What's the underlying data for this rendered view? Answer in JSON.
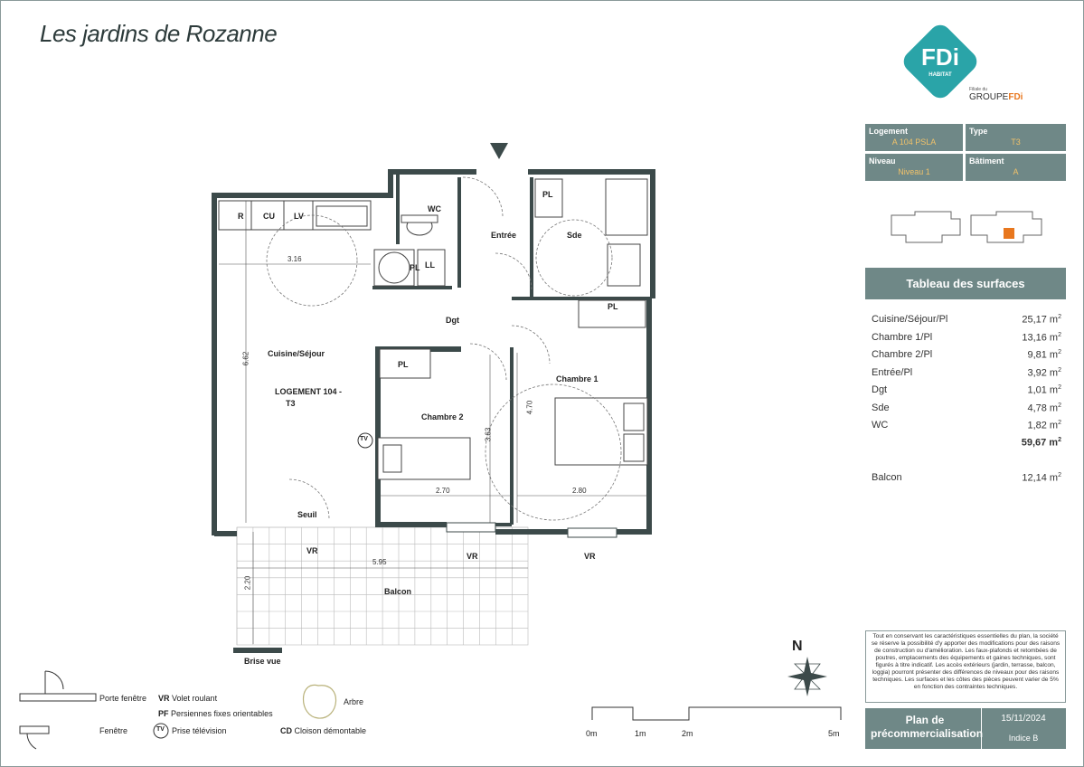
{
  "title": "Les jardins de Rozanne",
  "brand": {
    "logo_text": "FDi",
    "logo_sub": "HABITAT",
    "group_prefix": "Filiale du",
    "group_name_a": "GROUPE",
    "group_name_b": "FDi"
  },
  "info": {
    "logement_label": "Logement",
    "logement_value": "A 104 PSLA",
    "type_label": "Type",
    "type_value": "T3",
    "niveau_label": "Niveau",
    "niveau_value": "Niveau 1",
    "batiment_label": "Bâtiment",
    "batiment_value": "A"
  },
  "surfaces": {
    "heading": "Tableau des surfaces",
    "rows": [
      {
        "name": "Cuisine/Séjour/Pl",
        "value": "25,17 m"
      },
      {
        "name": "Chambre 1/Pl",
        "value": "13,16 m"
      },
      {
        "name": "Chambre 2/Pl",
        "value": "9,81 m"
      },
      {
        "name": "Entrée/Pl",
        "value": "3,92 m"
      },
      {
        "name": "Dgt",
        "value": "1,01 m"
      },
      {
        "name": "Sde",
        "value": "4,78 m"
      },
      {
        "name": "WC",
        "value": "1,82 m"
      }
    ],
    "total": "59,67 m",
    "balcon_name": "Balcon",
    "balcon_value": "12,14 m",
    "unit_sup": "2"
  },
  "note": "Tout en conservant les caractéristiques essentielles du plan, la société se réserve la possibilité d'y apporter des modifications pour des raisons de construction ou d'amélioration. Les faux-plafonds et retombées de poutres, emplacements des équipements et gaines techniques, sont figurés à titre indicatif. Les accès extérieurs (jardin, terrasse, balcon, loggia) pourront présenter des différences de niveaux pour des raisons techniques. Les surfaces et les côtes des pièces peuvent varier de 5% en fonction des contraintes techniques.",
  "footer": {
    "plan_label": "Plan de précommercialisation",
    "date": "15/11/2024",
    "indice": "Indice B"
  },
  "plan": {
    "rooms": {
      "cuisine": "Cuisine/Séjour",
      "logement": "LOGEMENT 104 -",
      "logement2": "T3",
      "chambre1": "Chambre 1",
      "chambre2": "Chambre 2",
      "entree": "Entrée",
      "dgt": "Dgt",
      "sde": "Sde",
      "wc": "WC",
      "seuil": "Seuil",
      "balcon": "Balcon",
      "r": "R",
      "cu": "CU",
      "lv": "LV",
      "pl": "PL",
      "ll": "LL",
      "tv": "TV",
      "vr": "VR",
      "brise_vue": "Brise vue"
    },
    "dims": {
      "d316": "3.16",
      "d662": "6.62",
      "d270": "2.70",
      "d363": "3.63",
      "d470": "4.70",
      "d280": "2.80",
      "d595": "5.95",
      "d220": "2.20"
    }
  },
  "legend": {
    "porte_fenetre": "Porte fenêtre",
    "fenetre": "Fenêtre",
    "vr_code": "VR",
    "vr_text": "Volet roulant",
    "pf_code": "PF",
    "pf_text": "Persiennes fixes orientables",
    "tv_code": "TV",
    "tv_text": "Prise télévision",
    "arbre": "Arbre",
    "cd_code": "CD",
    "cd_text": "Cloison démontable"
  },
  "compass": {
    "north": "N"
  },
  "scale": {
    "labels": [
      "0m",
      "1m",
      "2m",
      "5m"
    ]
  },
  "colors": {
    "accent": "#6f8887",
    "value": "#f0c26a",
    "wall": "#3c4a4a"
  }
}
